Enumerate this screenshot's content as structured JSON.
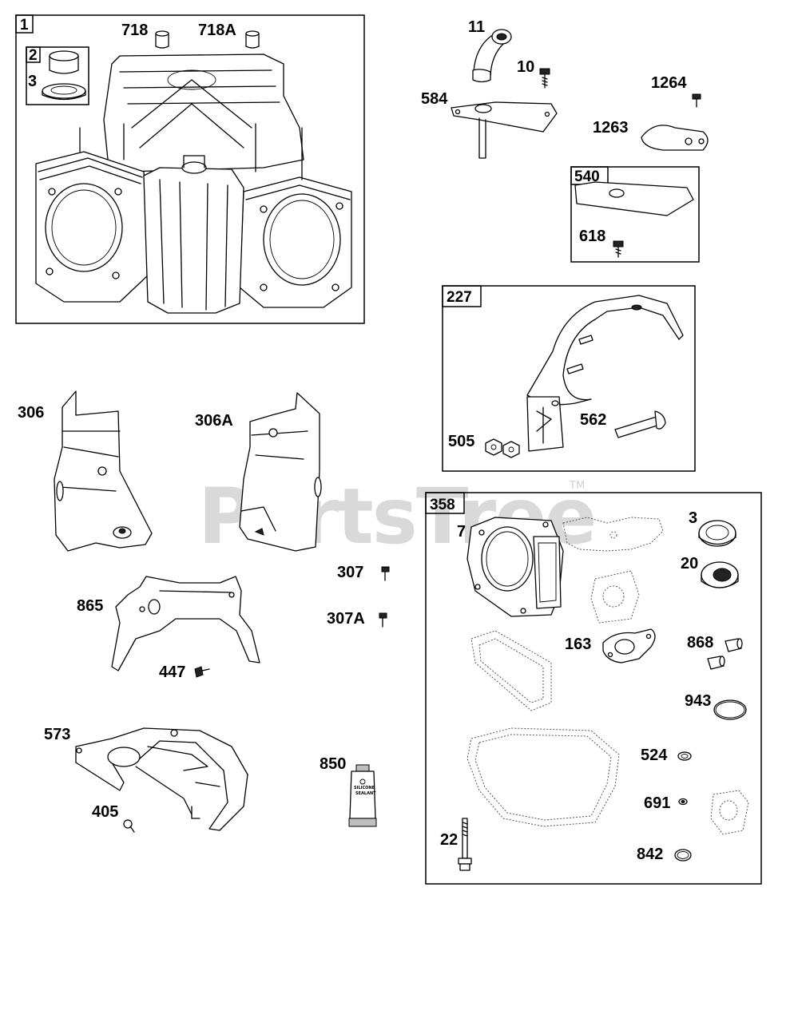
{
  "watermark": {
    "text": "PartsTree",
    "trademark": "TM"
  },
  "tube_text": {
    "line1": "SILICONE",
    "line2": "SEALANT"
  },
  "boxes": {
    "engine_block": "1",
    "bushing_kit": "2",
    "deflector_540": "540",
    "baffle_227": "227",
    "gasket_set": "358"
  },
  "labels": {
    "p718": "718",
    "p718a": "718A",
    "p3_top": "3",
    "p11": "11",
    "p10": "10",
    "p584": "584",
    "p1264": "1264",
    "p1263": "1263",
    "p618": "618",
    "p505": "505",
    "p562": "562",
    "p306": "306",
    "p306a": "306A",
    "p307": "307",
    "p307a": "307A",
    "p865": "865",
    "p447": "447",
    "p573": "573",
    "p405": "405",
    "p850": "850",
    "p7": "7",
    "p3": "3",
    "p20": "20",
    "p163": "163",
    "p868": "868",
    "p943": "943",
    "p524": "524",
    "p691": "691",
    "p842": "842",
    "p22": "22"
  },
  "colors": {
    "line": "#000000",
    "watermark": "#d9d9d9",
    "background": "#ffffff"
  }
}
